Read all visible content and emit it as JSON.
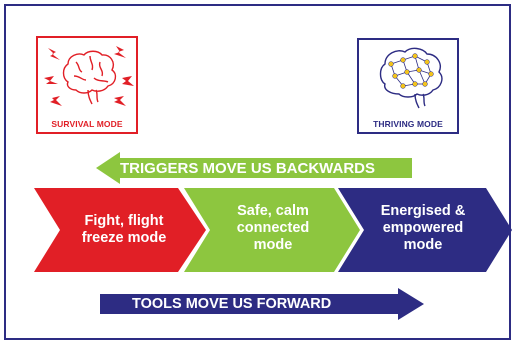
{
  "colors": {
    "red": "#e11f26",
    "green": "#8dc63f",
    "navy": "#2d2c83"
  },
  "survival_panel": {
    "label": "SURVIVAL MODE",
    "icon": "stressed-brain-with-lightning-icon"
  },
  "thriving_panel": {
    "label": "THRIVING MODE",
    "icon": "connected-brain-network-icon"
  },
  "top_arrow": {
    "label": "TRIGGERS MOVE US BACKWARDS",
    "direction": "left"
  },
  "stages": [
    {
      "line1": "Fight, flight",
      "line2": "freeze mode",
      "line3": ""
    },
    {
      "line1": "Safe, calm",
      "line2": "connected",
      "line3": "mode"
    },
    {
      "line1": "Energised &",
      "line2": "empowered",
      "line3": "mode"
    }
  ],
  "bottom_arrow": {
    "label": "TOOLS MOVE US FORWARD",
    "direction": "right"
  }
}
